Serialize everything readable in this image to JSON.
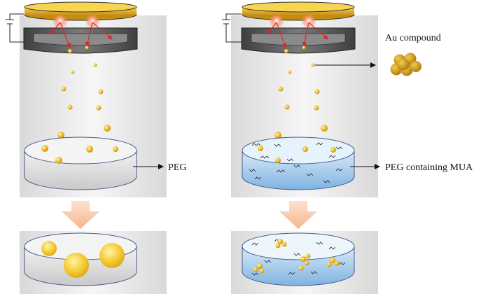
{
  "labels": {
    "au_compound": "Au compound",
    "peg": "PEG",
    "peg_mua": "PEG containing MUA"
  },
  "colors": {
    "chamber_bg": "#e6e6e6",
    "gold": "#e8b422",
    "gold_dark": "#b8860b",
    "electrode": "#5c5c5c",
    "dish_plain": "#e4e4e4",
    "dish_blue": "#a9cdee",
    "arrow_fill": "#f6c8a8",
    "plasma": "#ff5a3c"
  },
  "icons": [
    "sputter-target-icon",
    "electrode-icon",
    "power-supply-icon",
    "gold-nanoparticle-icon",
    "mua-chain-icon",
    "down-arrow-icon"
  ]
}
